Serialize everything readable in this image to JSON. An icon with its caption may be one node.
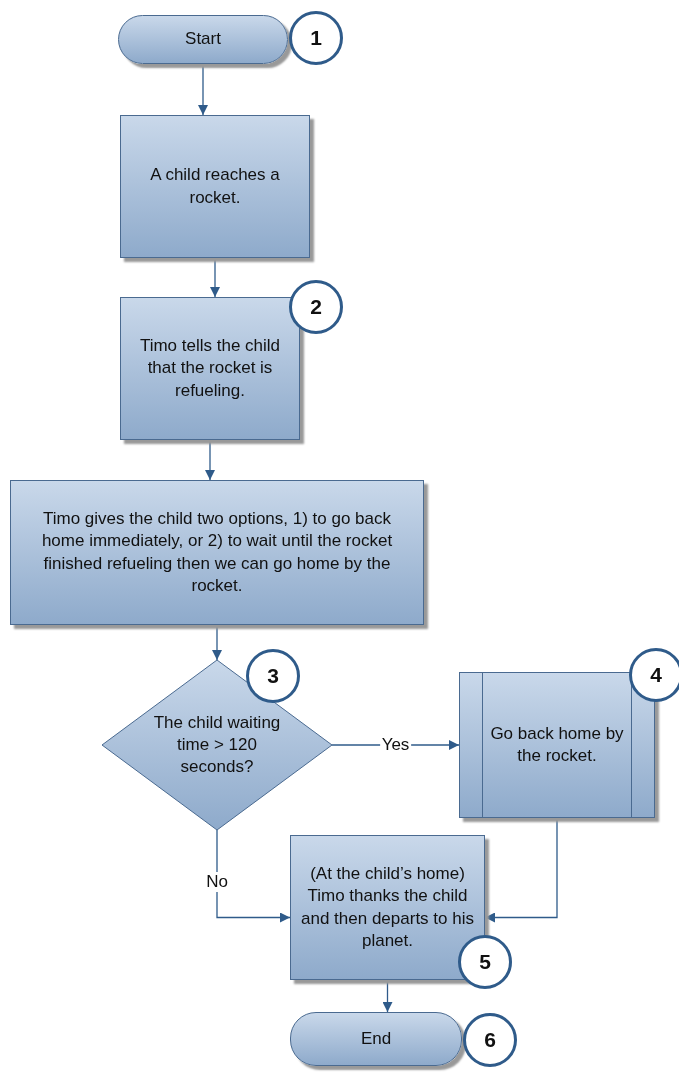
{
  "diagram": {
    "nodes": [
      {
        "text": [
          "Start"
        ]
      },
      {
        "text": [
          "1"
        ]
      },
      {
        "text": [
          "A child reaches a rocket."
        ]
      },
      {
        "text": [
          "Timo tells the child that the rocket is refueling."
        ]
      },
      {
        "text": [
          "2"
        ]
      },
      {
        "text": [
          "Timo gives the child two options, 1) to go back home immediately, or 2) to wait until the rocket finished refueling then we can go home by the rocket."
        ]
      },
      {
        "text": [
          "The child waiting time > 120 seconds?"
        ]
      },
      {
        "text": [
          "3"
        ]
      },
      {
        "text": [
          "Go back home by the rocket."
        ]
      },
      {
        "text": [
          "4"
        ]
      },
      {
        "text": [
          "(At the child’s home) Timo thanks the child and then departs to his planet."
        ]
      },
      {
        "text": [
          "5"
        ]
      },
      {
        "text": [
          "End"
        ]
      },
      {
        "text": [
          "6"
        ]
      }
    ],
    "edges": [
      {
        "from": 0,
        "to": 2,
        "arrow": "to"
      },
      {
        "from": 2,
        "to": 3,
        "arrow": "to"
      },
      {
        "from": 3,
        "to": 5,
        "arrow": "to"
      },
      {
        "from": 5,
        "to": 6,
        "arrow": "to"
      },
      {
        "from": 6,
        "to": 8,
        "arrow": "to",
        "label": "Yes"
      },
      {
        "from": 6,
        "to": 10,
        "arrow": "to",
        "label": "No"
      },
      {
        "from": 8,
        "to": 10,
        "arrow": "to"
      },
      {
        "from": 10,
        "to": 12,
        "arrow": "to"
      }
    ]
  }
}
